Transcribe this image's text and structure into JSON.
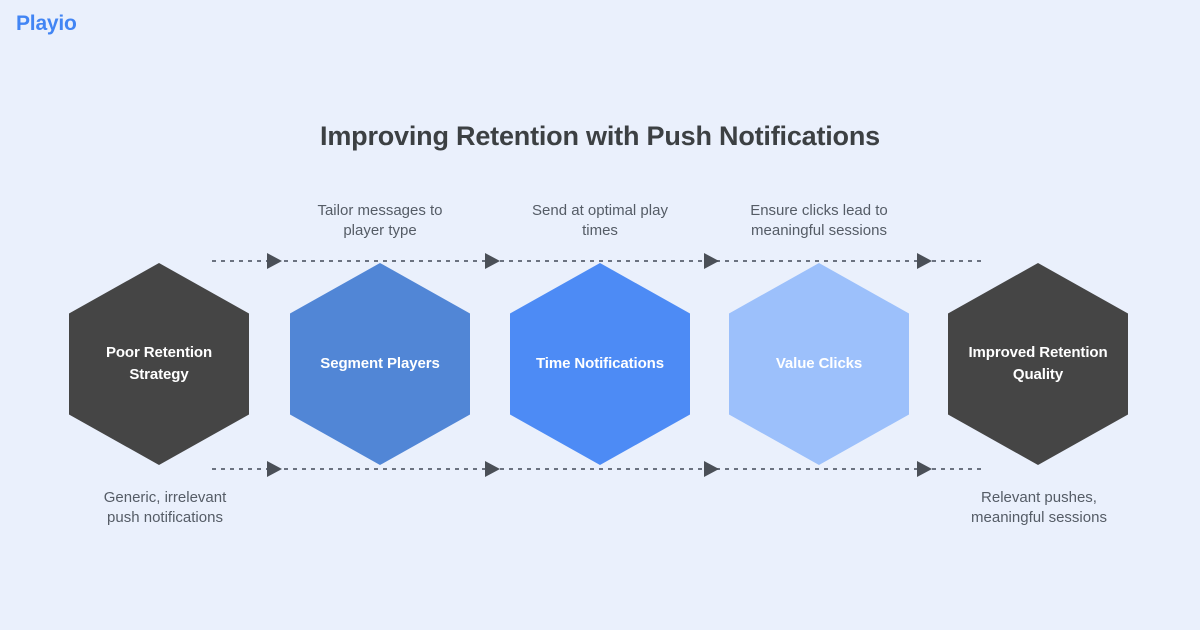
{
  "brand": {
    "name": "Playio",
    "color": "#4285f4"
  },
  "header": {
    "title": "Improving Retention with Push Notifications"
  },
  "diagram": {
    "type": "process-flow",
    "background_color": "#eaf0fc",
    "nodes": [
      {
        "label": "Poor Retention Strategy",
        "color": "#454545",
        "shape": "hexagon"
      },
      {
        "label": "Segment Players",
        "color": "#5186d6",
        "shape": "hexagon"
      },
      {
        "label": "Time Notifications",
        "color": "#4d8bf5",
        "shape": "hexagon"
      },
      {
        "label": "Value Clicks",
        "color": "#9cc0fb",
        "shape": "hexagon"
      },
      {
        "label": "Improved Retention Quality",
        "color": "#454545",
        "shape": "hexagon"
      }
    ],
    "top_captions": [
      {
        "line1": "Tailor messages to",
        "line2": "player type"
      },
      {
        "line1": "Send at optimal play",
        "line2": "times"
      },
      {
        "line1": "Ensure clicks lead to",
        "line2": "meaningful sessions"
      }
    ],
    "bottom_captions": [
      {
        "line1": "Generic, irrelevant",
        "line2": "push notifications"
      },
      {
        "line1": "Relevant pushes,",
        "line2": "meaningful sessions"
      }
    ],
    "connector": {
      "style": "dashed",
      "color": "#6b7280",
      "arrow_count": 4,
      "direction": "left-to-right"
    }
  }
}
